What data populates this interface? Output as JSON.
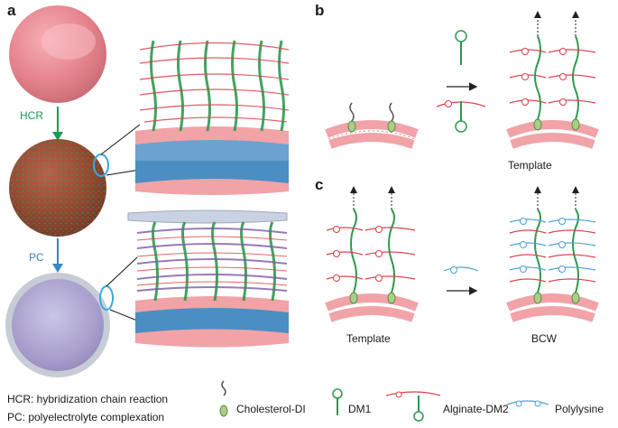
{
  "panels": {
    "a": "a",
    "b": "b",
    "c": "c"
  },
  "steps": {
    "hcr": "HCR",
    "pc": "PC"
  },
  "captions": {
    "template_b": "Template",
    "template_c": "Template",
    "bcw": "BCW"
  },
  "footnotes": {
    "hcr": "HCR: hybridization chain reaction",
    "pc": "PC: polyelectrolyte complexation"
  },
  "legend": {
    "cholesterol": "Cholesterol-DI",
    "dm1": "DM1",
    "alginate": "Alginate-DM2",
    "polylysine": "Polylysine"
  },
  "colors": {
    "green": "#2e9a4e",
    "red": "#d8424a",
    "blue": "#4aa3d8",
    "lipid_head": "#f1a3a8",
    "lipid_tail": "#4b8ec4",
    "arrow_hcr": "#1f9a55",
    "arrow_pc": "#3a86c8"
  }
}
